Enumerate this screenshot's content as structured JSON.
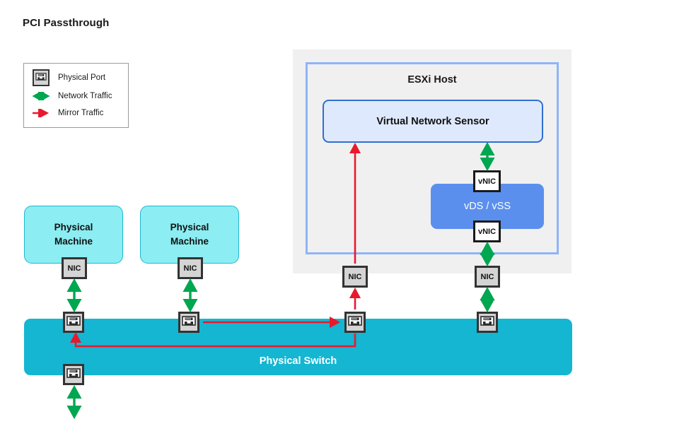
{
  "title": "PCI Passthrough",
  "colors": {
    "network_traffic": "#00a650",
    "mirror_traffic": "#e8192c",
    "physical_machine_fill": "#8cedf2",
    "physical_switch_fill": "#14b6d2",
    "vds_fill": "#5b8fee",
    "sensor_fill": "#dfe9fd",
    "sensor_border": "#2f6fd0",
    "esxi_outer_fill": "#f0f0f0",
    "esxi_inner_border": "#8fb4f7",
    "nic_fill": "#d4d4d4"
  },
  "legend": {
    "items": [
      {
        "label": "Physical Port",
        "icon": "physical-port-icon"
      },
      {
        "label": "Network Traffic",
        "icon": "green-double-arrow-icon"
      },
      {
        "label": "Mirror Traffic",
        "icon": "red-single-arrow-icon"
      }
    ]
  },
  "esxi": {
    "label": "ESXi Host",
    "sensor": {
      "label": "Virtual Network Sensor"
    },
    "vswitch": {
      "label": "vDS / vSS"
    },
    "vnic_top": {
      "label": "vNIC"
    },
    "vnic_bottom": {
      "label": "vNIC"
    },
    "nic_passthrough": {
      "label": "NIC"
    },
    "nic_vswitch": {
      "label": "NIC"
    }
  },
  "physical_machines": [
    {
      "line1": "Physical",
      "line2": "Machine",
      "nic": {
        "label": "NIC"
      }
    },
    {
      "line1": "Physical",
      "line2": "Machine",
      "nic": {
        "label": "NIC"
      }
    }
  ],
  "switch": {
    "label": "Physical Switch",
    "ports": [
      {
        "name": "port-pm-0"
      },
      {
        "name": "port-pm-1"
      },
      {
        "name": "port-mirror-destination"
      },
      {
        "name": "port-vswitch-uplink"
      },
      {
        "name": "port-bottom"
      }
    ]
  },
  "flows": [
    {
      "kind": "network",
      "from": "physical-machine-0-nic",
      "to": "switch-port-pm-0"
    },
    {
      "kind": "network",
      "from": "physical-machine-1-nic",
      "to": "switch-port-pm-1"
    },
    {
      "kind": "network",
      "from": "switch-port-bottom",
      "to": "external"
    },
    {
      "kind": "network",
      "from": "switch-port-vswitch-uplink",
      "to": "esxi-nic-vswitch"
    },
    {
      "kind": "network",
      "from": "esxi-nic-vswitch",
      "to": "vnic-bottom"
    },
    {
      "kind": "network",
      "from": "vnic-top",
      "to": "virtual-network-sensor"
    },
    {
      "kind": "mirror",
      "from": "switch-port-pm-1",
      "to": "switch-port-mirror-destination"
    },
    {
      "kind": "mirror",
      "from": "switch-port-mirror-destination",
      "to": "switch-port-pm-0"
    },
    {
      "kind": "mirror",
      "from": "switch-port-mirror-destination",
      "to": "esxi-nic-passthrough"
    },
    {
      "kind": "mirror",
      "from": "esxi-nic-passthrough",
      "to": "virtual-network-sensor"
    }
  ]
}
